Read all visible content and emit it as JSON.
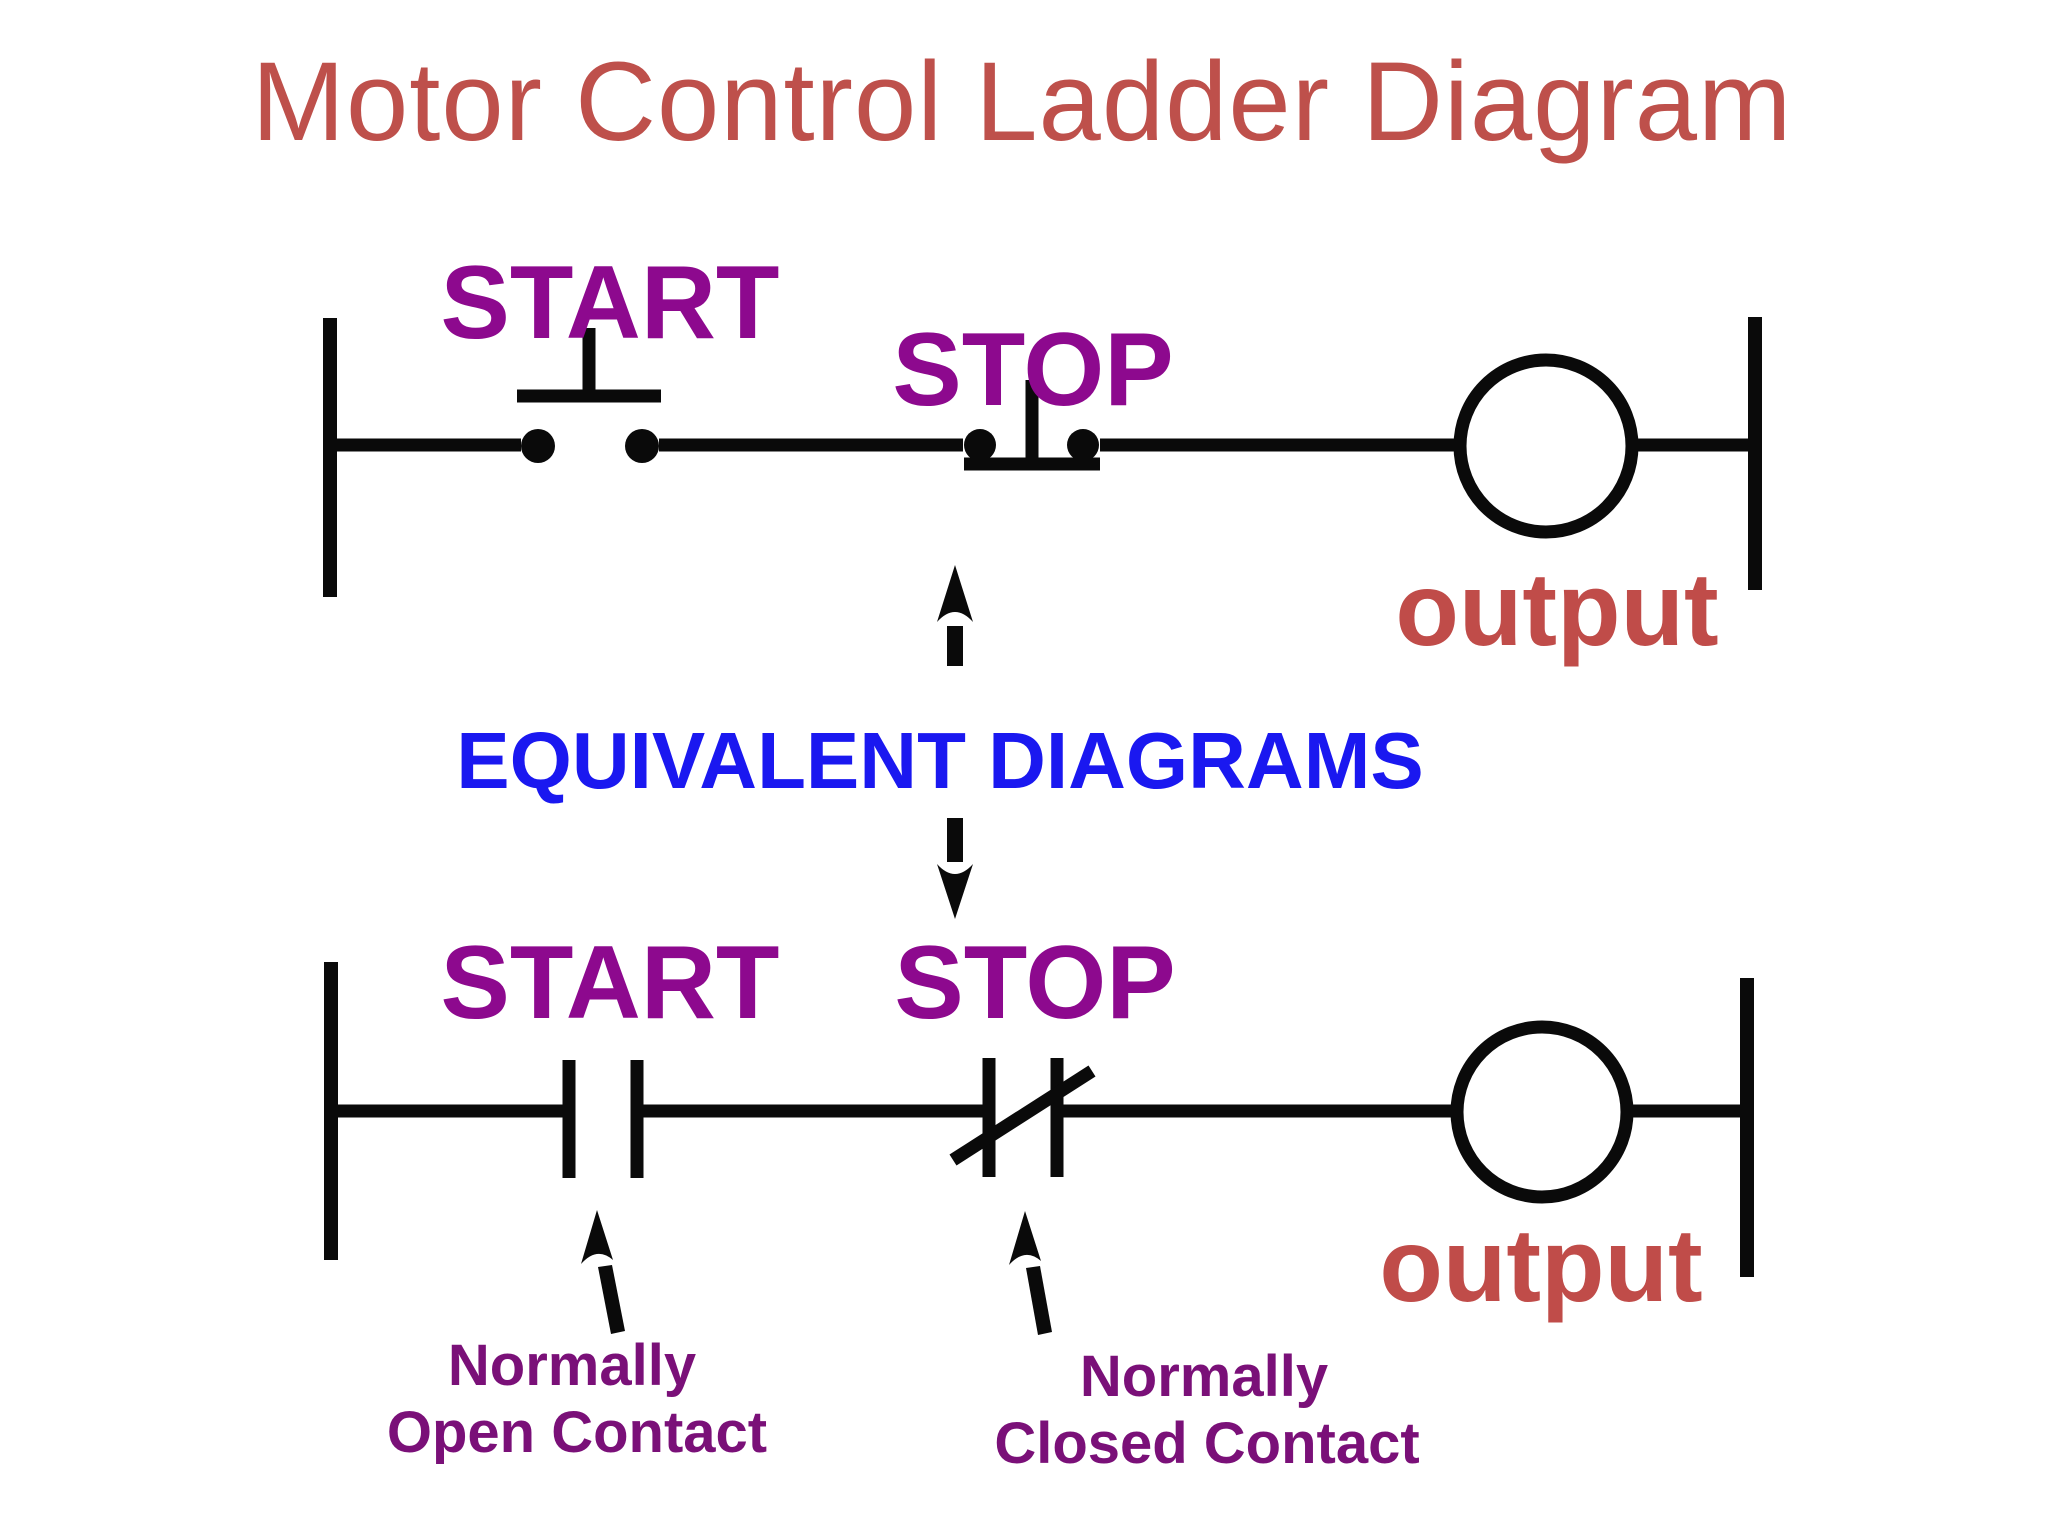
{
  "title": "Motor Control Ladder Diagram",
  "colors": {
    "ink": "#0a0a0a",
    "title_red": "#be504b",
    "output_red": "#c04c49",
    "label_purple": "#8d098e",
    "annotation_purple": "#7a1078",
    "equivalence_blue": "#1a18f0"
  },
  "top_rung": {
    "start_label": "START",
    "stop_label": "STOP",
    "output_label": "output"
  },
  "equivalence": {
    "label": "EQUIVALENT DIAGRAMS"
  },
  "bottom_rung": {
    "start_label": "START",
    "stop_label": "STOP",
    "output_label": "output"
  },
  "annotations": {
    "open_contact": {
      "line1": "Normally",
      "line2": "Open Contact"
    },
    "closed_contact": {
      "line1": "Normally",
      "line2": "Closed Contact"
    }
  },
  "icons": {
    "equivalence_up": "arrow-up",
    "equivalence_down": "arrow-down",
    "open_contact_pointer": "arrow-up",
    "closed_contact_pointer": "arrow-up"
  }
}
